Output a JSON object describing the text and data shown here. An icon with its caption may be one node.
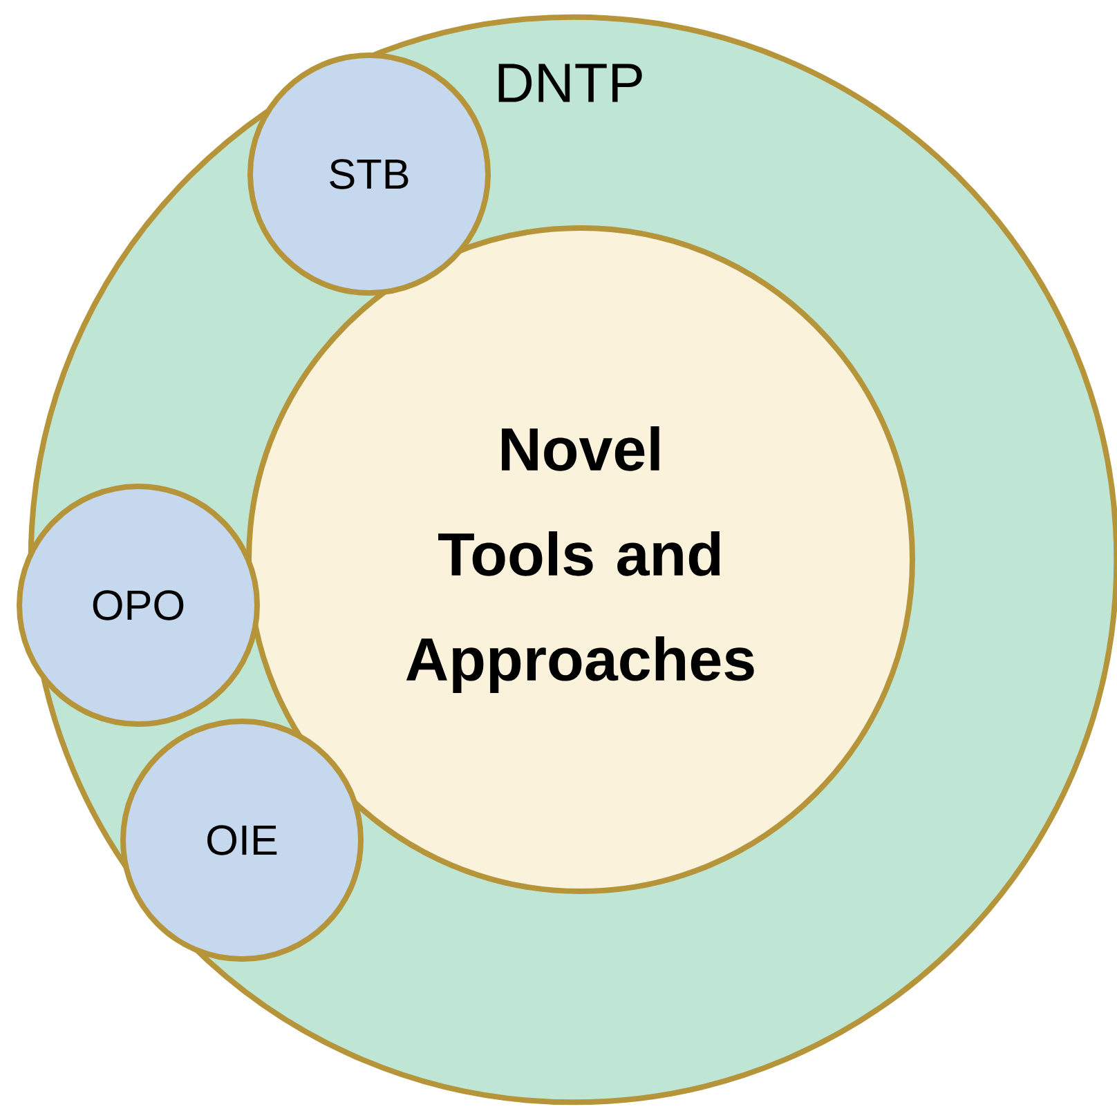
{
  "diagram": {
    "nodes": [
      {
        "text": [
          "DNTP"
        ]
      },
      {
        "text": [
          "STB"
        ],
        "in": 0
      },
      {
        "text": [
          "Novel Tools and Approaches"
        ],
        "in": 0
      },
      {
        "text": [
          "OPO"
        ],
        "in": 0
      },
      {
        "text": [
          "OIE"
        ],
        "in": 0
      }
    ]
  }
}
